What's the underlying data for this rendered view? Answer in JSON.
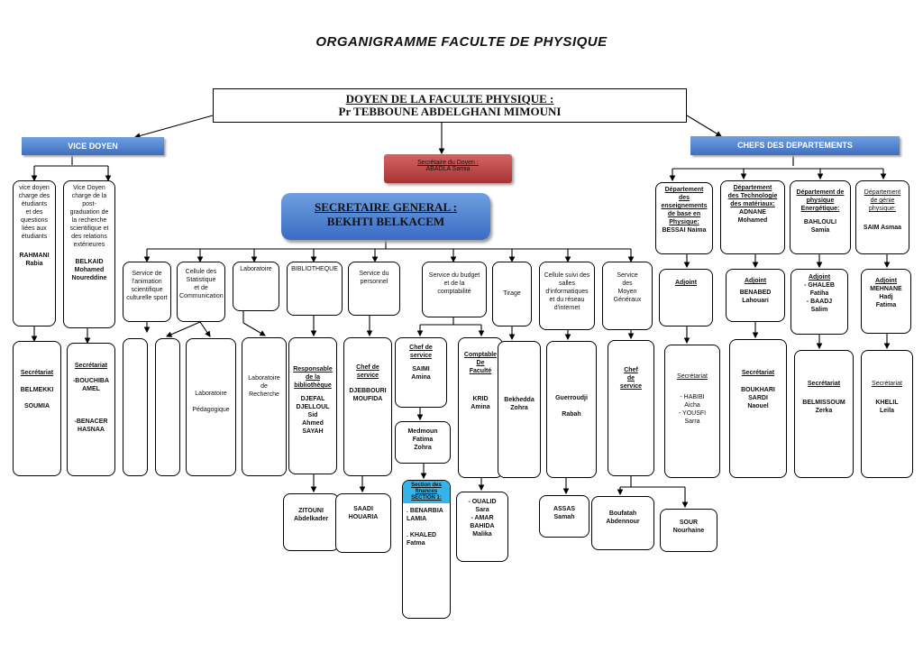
{
  "title": "ORGANIGRAMME  FACULTE  DE  PHYSIQUE",
  "doyen": {
    "line1": "DOYEN DE LA FACULTE PHYSIQUE :",
    "line2": "Pr TEBBOUNE   ABDELGHANI  MIMOUNI"
  },
  "vice_doyen": "VICE DOYEN",
  "chefs_departements": "CHEFS DES DEPARTEMENTS",
  "secretaire_doyen": {
    "label": "Secrétaire du Doyen :",
    "name": "ABADLA Samia"
  },
  "secretaire_general": {
    "line1": "SECRETAIRE GENERAL :",
    "line2": "BEKHTI BELKACEM"
  },
  "vd1": {
    "role": "vice doyen\ncharge des\nétudiants\net des\nquestions\nliées aux\nétudiants",
    "name": "RAHMANI\nRabia"
  },
  "vd2": {
    "role": "Vice Doyen\ncharge de la\npost-\ngraduation de\nla recherche\nscientifique et\ndes relations\nextérieures",
    "name": "BELKAID\nMohamed\nNoureddine"
  },
  "vd1_sec": {
    "label": "Secrétariat",
    "name": "BELMEKKI\n\nSOUMIA"
  },
  "vd2_sec": {
    "label": "Secrétariat",
    "name": "-BOUCHIBA\nAMEL\n\n\n\n-BENACER\nHASNAA"
  },
  "services": {
    "animation": "Service de\nl'animation\nscientifique\nculturelle sport",
    "cellule_stat": "Cellule des\nStatistique\net de\nCommunication",
    "laboratoire": "Laboratoire",
    "bibliotheque": "BIBLIOTHEQUE",
    "personnel": "Service    du\npersonnel",
    "budget": "Service du budget\net de la\ncomptabilité",
    "tirage": "Tirage",
    "cellule_info": "Cellule suivi des\nsalles\nd'informatiques\net du réseau\nd'internet",
    "moyens": "Service\ndes\nMoyen\nGénéraux"
  },
  "lab_pedago": "Laboratoire\n\nPédagogique",
  "lab_recherche": "Laboratoire\nde\nRecherche",
  "biblio_resp": {
    "label": "Responsable\nde la\nbibliothèque",
    "name": "DJEFAL\nDJELLOUL Sid\nAhmed\nSAYAH"
  },
  "biblio_sub": "ZITOUNI\nAbdelkader",
  "personnel_chef": {
    "label": "Chef de\nservice",
    "name": "DJEBBOURI\nMOUFIDA"
  },
  "personnel_sub": "SAADI\nHOUARIA",
  "budget_chef": {
    "label": "Chef de\nservice",
    "name": "SAIMI\nAmina"
  },
  "budget_medmoun": "Medmoun\nFatima\nZohra",
  "budget_section": {
    "label": "Section des\nfinances\nSECTION 1:",
    "names": ". BENARBIA\nLAMIA\n\n. KHALED\nFatma"
  },
  "comptable": {
    "label": "Comptable\nDe\nFaculté",
    "name": "KRID\nAmina"
  },
  "comptable_sub": "- OUALID\nSara\n- AMAR\nBAHIDA\nMalika",
  "tirage_name": "Bekhedda\nZohra",
  "info_name": "Guerroudji\n\nRabah",
  "info_sub": "ASSAS\nSamah",
  "moyens_chef": "Chef\nde\nservice",
  "moyens_sub1": "Boufatah\nAbdennour",
  "moyens_sub2": "SOUR\nNourhaine",
  "departements": [
    {
      "label": "Département\ndes\nenseignements\nde base en\nPhysique:",
      "name": "BESSAI Naima",
      "adjoint_label": "Adjoint",
      "adjoint_names": "",
      "sec_label": "Secrétariat",
      "sec_names": "- HABIBI\nAicha\n- YOUSFI\nSarra"
    },
    {
      "label": "Département\ndes Technologie\ndes matériaux:",
      "name": "ADNANE\nMohamed",
      "adjoint_label": "Adjoint",
      "adjoint_names": "BENABED\nLahouari",
      "sec_label": "Secrétariat",
      "sec_names": "BOUKHARI\nSARDI\nNaouel"
    },
    {
      "label": "Département de\nphysique\nEnergétique:",
      "name": "BAHLOULI\nSamia",
      "adjoint_label": "Adjoint",
      "adjoint_names": "- GHALEB\nFatiha\n- BAADJ\nSalim",
      "sec_label": "Secrétariat",
      "sec_names": "BELMISSOUM\nZerka"
    },
    {
      "label": "Département\nde génie\nphysique:",
      "name": "SAIM Asmaa",
      "adjoint_label": "Adjoint",
      "adjoint_names": "MEHNANE\nHadj\nFatima",
      "sec_label": "Secrétariat",
      "sec_names": "KHELIL\nLeila"
    }
  ]
}
